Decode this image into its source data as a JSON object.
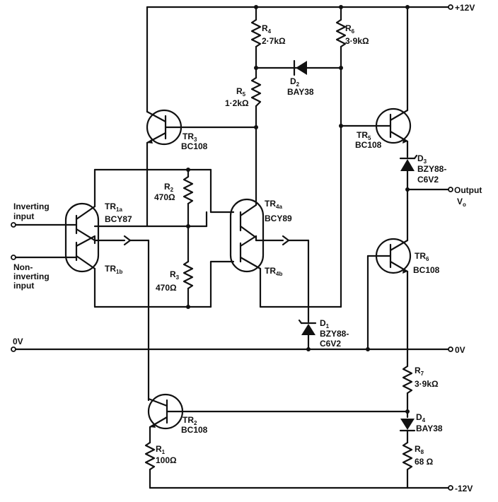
{
  "rails": {
    "pos": "+12V",
    "neg": "-12V",
    "zero_left": "0V",
    "zero_right": "0V"
  },
  "io": {
    "inv": [
      "Inverting",
      "input"
    ],
    "noninv": [
      "Non-",
      "inverting",
      "input"
    ],
    "output": [
      "Output",
      "V",
      "o"
    ]
  },
  "components": {
    "tr1a": {
      "ref": "TR",
      "sub": "1a",
      "part": "BCY87"
    },
    "tr1b": {
      "ref": "TR",
      "sub": "1b"
    },
    "tr2": {
      "ref": "TR",
      "sub": "2",
      "part": "BC108"
    },
    "tr3": {
      "ref": "TR",
      "sub": "3",
      "part": "BC108"
    },
    "tr4a": {
      "ref": "TR",
      "sub": "4a",
      "part": "BCY89"
    },
    "tr4b": {
      "ref": "TR",
      "sub": "4b"
    },
    "tr5": {
      "ref": "TR",
      "sub": "5",
      "part": "BC108"
    },
    "tr6": {
      "ref": "TR",
      "sub": "6",
      "part": "BC108"
    },
    "r1": {
      "ref": "R",
      "sub": "1",
      "value": "100Ω"
    },
    "r2": {
      "ref": "R",
      "sub": "2",
      "value": "470Ω"
    },
    "r3": {
      "ref": "R",
      "sub": "3",
      "value": "470Ω"
    },
    "r4": {
      "ref": "R",
      "sub": "4",
      "value": "2·7kΩ"
    },
    "r5": {
      "ref": "R",
      "sub": "5",
      "value": "1·2kΩ"
    },
    "r6": {
      "ref": "R",
      "sub": "6",
      "value": "3·9kΩ"
    },
    "r7": {
      "ref": "R",
      "sub": "7",
      "value": "3·9kΩ"
    },
    "r8": {
      "ref": "R",
      "sub": "8",
      "value": "68 Ω"
    },
    "d1": {
      "ref": "D",
      "sub": "1",
      "part": "BZY88-",
      "part2": "C6V2"
    },
    "d2": {
      "ref": "D",
      "sub": "2",
      "part": "BAY38"
    },
    "d3": {
      "ref": "D",
      "sub": "3",
      "part": "BZY88-",
      "part2": "C6V2"
    },
    "d4": {
      "ref": "D",
      "sub": "4",
      "part": "BAY38"
    }
  }
}
